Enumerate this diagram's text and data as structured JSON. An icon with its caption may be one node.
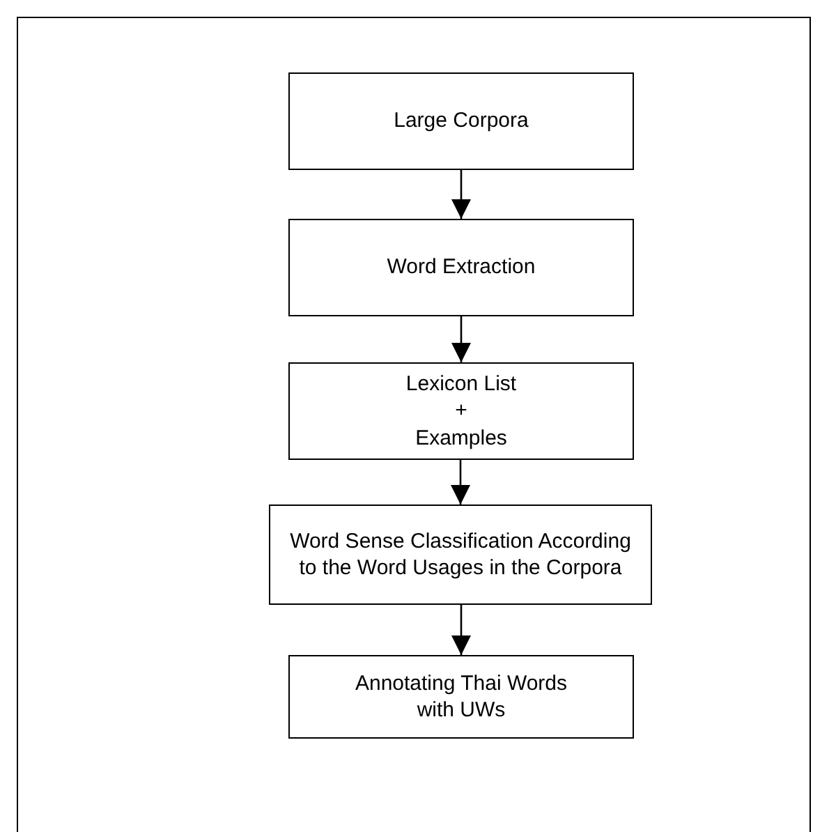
{
  "diagram": {
    "nodes": [
      {
        "text": [
          "Large Corpora"
        ]
      },
      {
        "text": [
          "Word Extraction"
        ]
      },
      {
        "text": [
          "Lexicon List",
          "+",
          "Examples"
        ]
      },
      {
        "text": [
          "Word Sense Classification According to the Word Usages in the Corpora"
        ]
      },
      {
        "text": [
          "Annotating Thai Words with UWs"
        ]
      }
    ],
    "edges": [
      {
        "from": 0,
        "to": 1,
        "arrow": "to"
      },
      {
        "from": 1,
        "to": 2,
        "arrow": "to"
      },
      {
        "from": 2,
        "to": 3,
        "arrow": "to"
      },
      {
        "from": 3,
        "to": 4,
        "arrow": "to"
      }
    ]
  }
}
